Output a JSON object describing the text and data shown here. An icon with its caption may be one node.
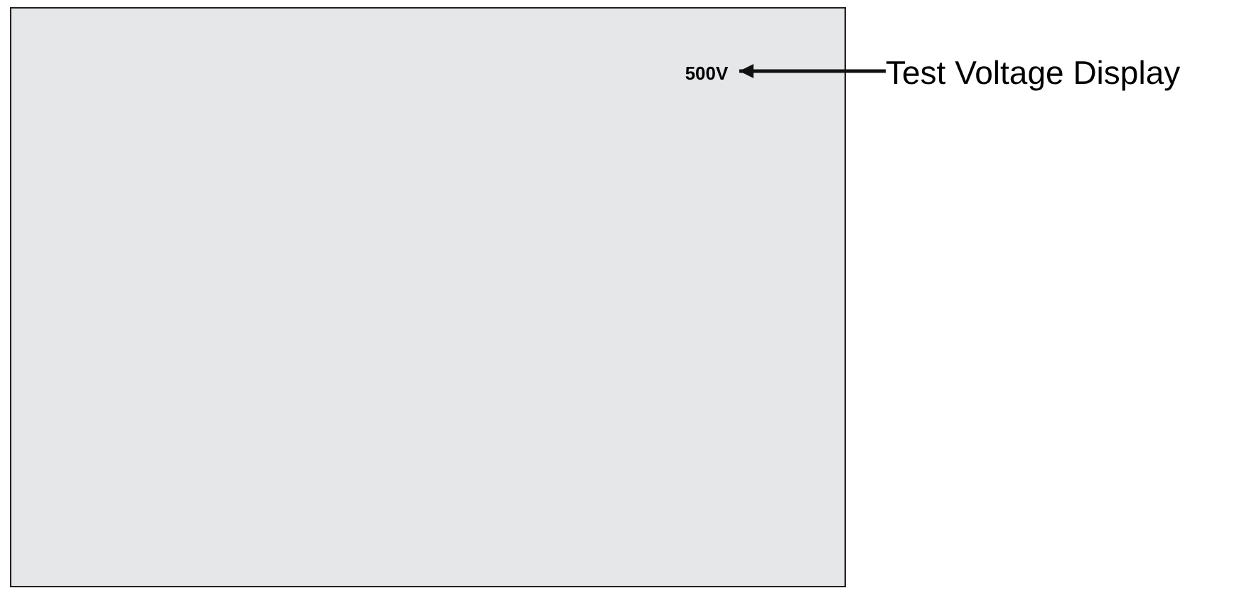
{
  "diagram": {
    "nodes": [
      {
        "text": [],
        "shape": "box"
      },
      {
        "text": [
          "500V"
        ],
        "in": 0
      },
      {
        "text": [
          "Test Voltage Display"
        ]
      }
    ],
    "edges": [
      {
        "from": 2,
        "to": 1,
        "arrow": "to"
      }
    ]
  }
}
